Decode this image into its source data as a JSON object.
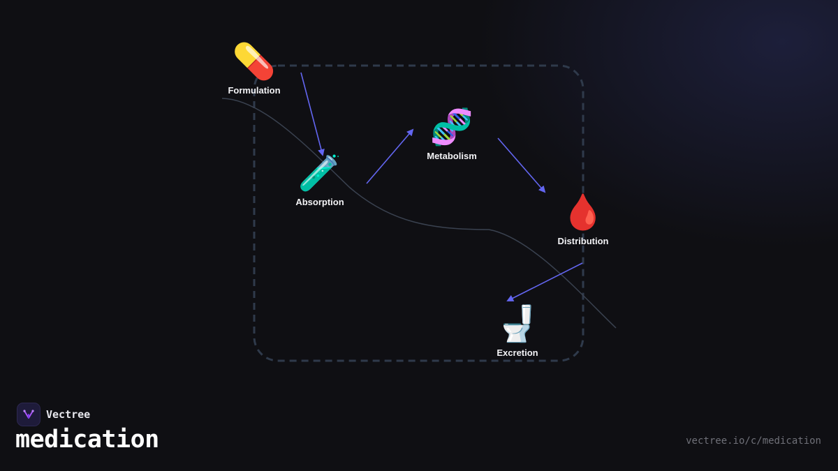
{
  "colors": {
    "background": "#0f0f13",
    "arrow": "#6366f1",
    "frame_dash": "#2f3a4b",
    "curve": "#3a4250",
    "label": "#f2f2f5",
    "logo_mark": "#a855f7"
  },
  "diagram": {
    "nodes": [
      {
        "id": "formulation",
        "label": "Formulation",
        "icon": "pill-icon",
        "glyph": "💊"
      },
      {
        "id": "absorption",
        "label": "Absorption",
        "icon": "test-tube-icon",
        "glyph": "🧪"
      },
      {
        "id": "metabolism",
        "label": "Metabolism",
        "icon": "dna-icon",
        "glyph": "🧬"
      },
      {
        "id": "distribution",
        "label": "Distribution",
        "icon": "blood-drop-icon",
        "glyph": "🩸"
      },
      {
        "id": "excretion",
        "label": "Excretion",
        "icon": "toilet-icon",
        "glyph": "🚽"
      }
    ],
    "edges": [
      {
        "from": "formulation",
        "to": "absorption"
      },
      {
        "from": "absorption",
        "to": "metabolism"
      },
      {
        "from": "metabolism",
        "to": "distribution"
      },
      {
        "from": "distribution",
        "to": "excretion"
      }
    ]
  },
  "brand": {
    "name": "Vectree",
    "logo_icon": "vectree-logo-icon"
  },
  "page": {
    "title": "medication",
    "url": "vectree.io/c/medication"
  }
}
